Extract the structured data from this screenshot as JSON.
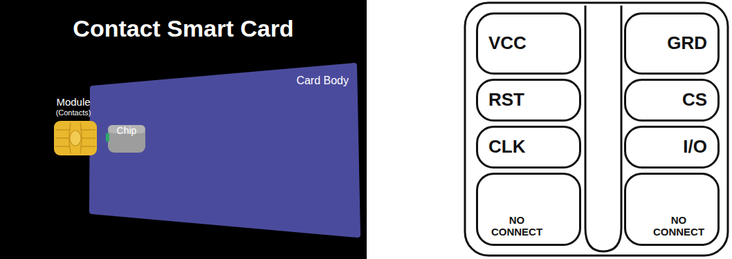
{
  "diagram": {
    "title": "Contact Smart Card",
    "nodes": [
      {
        "text": [
          "Card Body"
        ]
      },
      {
        "text": [
          "Module",
          "(Contacts)"
        ]
      },
      {
        "text": [
          "Chip"
        ],
        "in": 0
      },
      {
        "text": [
          "VCC"
        ]
      },
      {
        "text": [
          "GRD"
        ]
      },
      {
        "text": [
          "RST"
        ]
      },
      {
        "text": [
          "CS"
        ]
      },
      {
        "text": [
          "CLK"
        ]
      },
      {
        "text": [
          "I/O"
        ]
      },
      {
        "text": [
          "NO CONNECT"
        ]
      },
      {
        "text": [
          "NO CONNECT"
        ]
      }
    ]
  }
}
